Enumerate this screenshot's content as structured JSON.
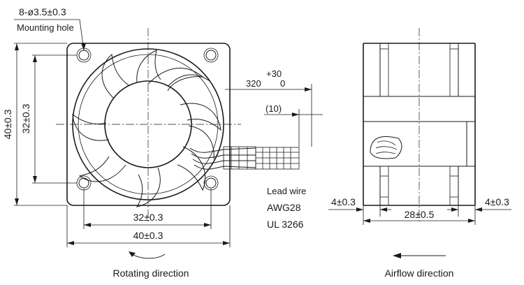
{
  "front_view": {
    "hole_callout": "8-ø3.5±0.3",
    "hole_label": "Mounting hole",
    "height_outer": "40±0.3",
    "height_pitch": "32±0.3",
    "width_pitch": "32±0.3",
    "width_outer": "40±0.3",
    "rotation_label": "Rotating direction"
  },
  "lead_wire": {
    "tolerance_plus": "+30",
    "length": "320",
    "tolerance_minus": "0",
    "strip_length": "(10)",
    "title": "Lead wire",
    "gauge": "AWG28",
    "standard": "UL 3266"
  },
  "side_view": {
    "left_flange": "4±0.3",
    "depth": "28±0.5",
    "right_flange": "4±0.3",
    "airflow_label": "Airflow direction"
  }
}
